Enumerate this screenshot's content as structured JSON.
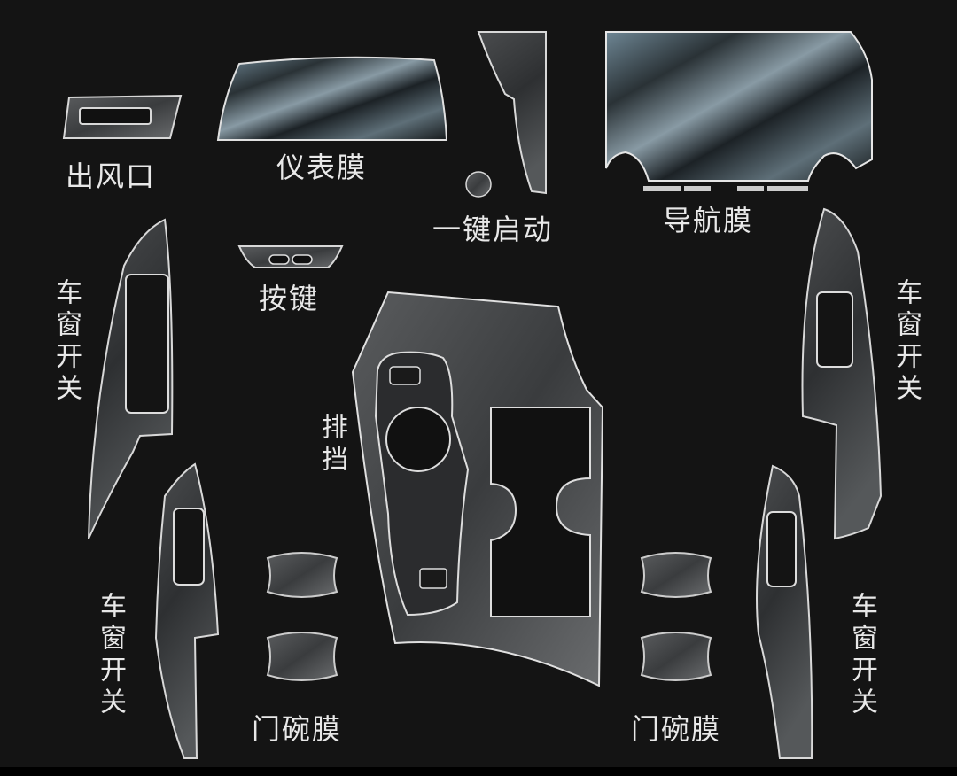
{
  "labels": {
    "vent": "出风口",
    "instrument_film": "仪表膜",
    "one_key_start": "一键启动",
    "navigation_film": "导航膜",
    "buttons": "按键",
    "window_switch": "车窗开关",
    "gear_shift": "排挡",
    "door_bowl_film": "门碗膜"
  },
  "colors": {
    "background": "#141414",
    "film_stroke": "#d8d8d8",
    "label": "#e8e8e8"
  }
}
